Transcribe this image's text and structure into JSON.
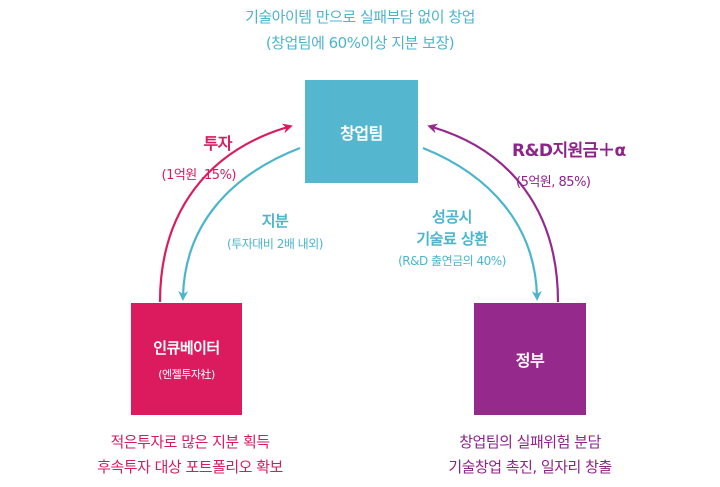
{
  "top_caption": {
    "line1": "기술아이템 만으로 실패부담 없이 창업",
    "line2": "(창업팀에 60%이상 지분 보장)"
  },
  "nodes": {
    "team": {
      "label": "창업팀"
    },
    "incubator": {
      "label": "인큐베이터",
      "sub": "(엔젤투자社)"
    },
    "government": {
      "label": "정부"
    }
  },
  "edges": {
    "investment": {
      "label": "투자",
      "detail": "(1억원 ,15%)"
    },
    "rd_grant": {
      "label": "R&D지원금＋α",
      "detail": "(5억원, 85%)"
    },
    "equity": {
      "label": "지분",
      "detail": "(투자대비 2배 내외)"
    },
    "tech_fee": {
      "line1": "성공시",
      "line2": "기술료 상환",
      "detail": "(R&D 출연금의 40%)"
    }
  },
  "bottom_captions": {
    "incubator": {
      "line1": "적은투자로 많은 지분 획득",
      "line2": "후속투자 대상 포트폴리오 확보"
    },
    "government": {
      "line1": "창업팀의 실패위험 분담",
      "line2": "기술창업 촉진, 일자리 창출"
    }
  },
  "colors": {
    "teal": "#55b7cf",
    "pink": "#dc1b5e",
    "purple": "#962a8c"
  }
}
